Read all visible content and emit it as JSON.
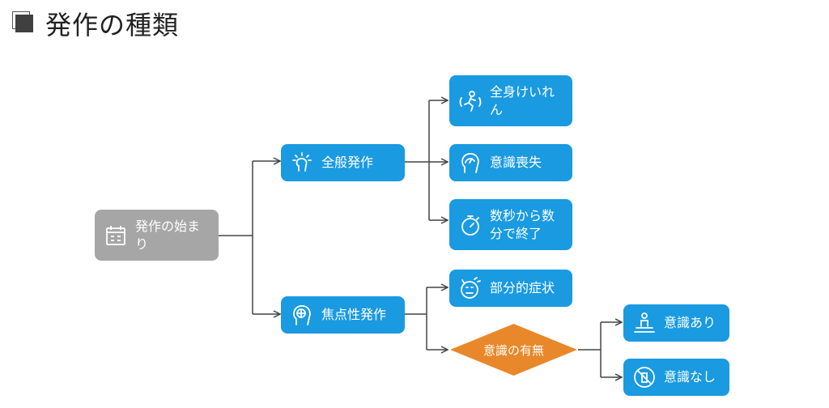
{
  "title": "発作の種類",
  "nodes": {
    "root": "発作の始まり",
    "generalized": "全般発作",
    "focal": "焦点性発作",
    "convulsion": "全身けいれん",
    "loss_of_consciousness": "意識喪失",
    "seconds_minutes": "数秒から数分で終了",
    "partial_symptoms": "部分的症状",
    "consciousness_question": "意識の有無",
    "conscious": "意識あり",
    "unconscious": "意識なし"
  },
  "colors": {
    "blue": "#1a9ae0",
    "gray": "#a6a6a6",
    "orange": "#e8882a",
    "connector": "#444444"
  }
}
